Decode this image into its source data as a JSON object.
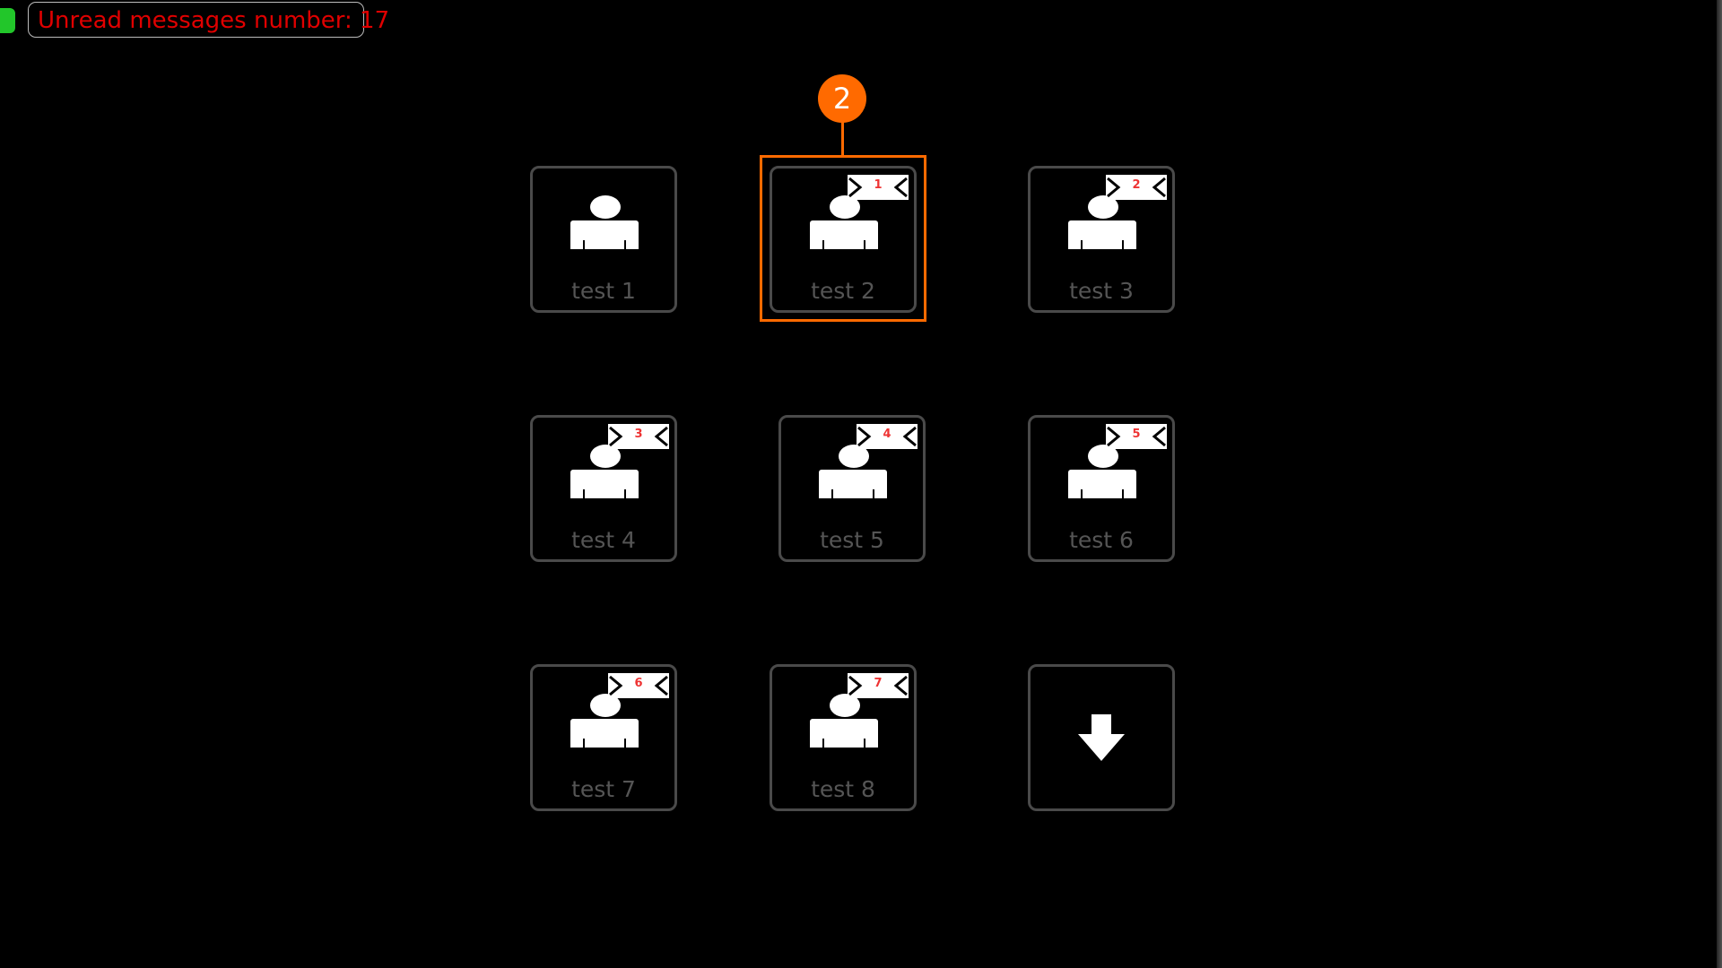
{
  "status": {
    "unread_label": "Unread messages number: 17",
    "indicator_color": "#22c62a"
  },
  "tiles": [
    {
      "label": "test 1",
      "badge": null
    },
    {
      "label": "test 2",
      "badge": "1"
    },
    {
      "label": "test 3",
      "badge": "2"
    },
    {
      "label": "test 4",
      "badge": "3"
    },
    {
      "label": "test 5",
      "badge": "4"
    },
    {
      "label": "test 6",
      "badge": "5"
    },
    {
      "label": "test 7",
      "badge": "6"
    },
    {
      "label": "test 8",
      "badge": "7"
    }
  ],
  "more_button": {
    "icon": "arrow-down-icon"
  },
  "annotation": {
    "marker": "2",
    "color": "#ff6a00"
  }
}
